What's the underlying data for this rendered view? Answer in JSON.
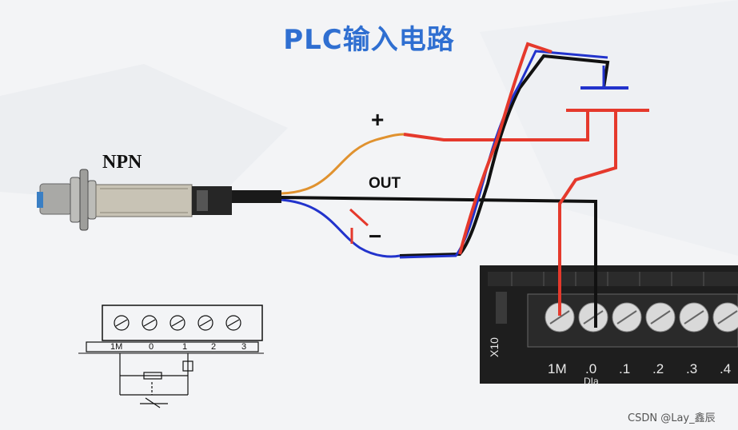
{
  "title": "PLC输入电路",
  "sensor_label": "NPN",
  "plus_label": "+",
  "out_label": "OUT",
  "minus_label": "−",
  "plc": {
    "side_label": "X10",
    "terminals": [
      "1M",
      ".0",
      ".1",
      ".2",
      ".3",
      ".4"
    ],
    "sub_label": "DIa"
  },
  "diagram_terminals": [
    "1M",
    "0",
    "1",
    "2",
    "3"
  ],
  "watermark": "CSDN @Lay_鑫辰",
  "colors": {
    "title": "#2f6fd1",
    "red": "#e5392c",
    "blue": "#2233cc",
    "black": "#111111",
    "orange": "#e0922f"
  }
}
